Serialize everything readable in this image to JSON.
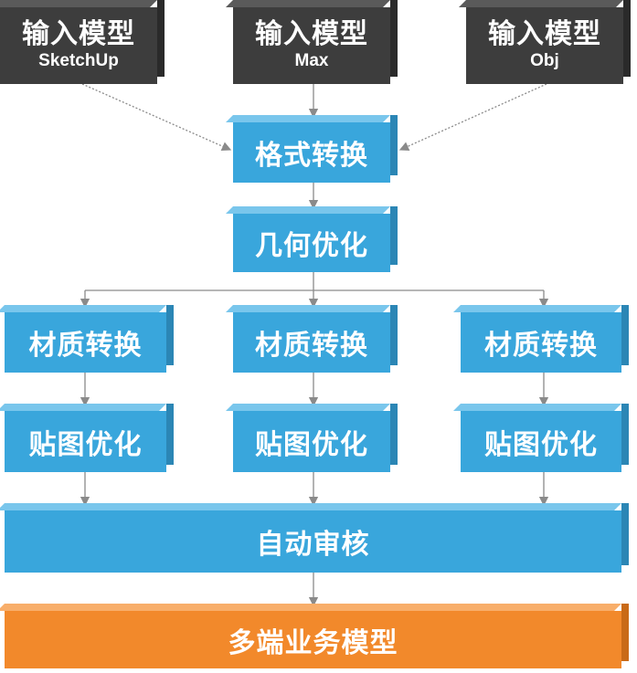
{
  "inputs": [
    {
      "title": "输入模型",
      "format": "SketchUp"
    },
    {
      "title": "输入模型",
      "format": "Max"
    },
    {
      "title": "输入模型",
      "format": "Obj"
    }
  ],
  "steps": {
    "format_convert": "格式转换",
    "geometry_optimize": "几何优化",
    "material_convert": [
      "材质转换",
      "材质转换",
      "材质转换"
    ],
    "texture_optimize": [
      "贴图优化",
      "贴图优化",
      "贴图优化"
    ],
    "auto_review": "自动审核",
    "output": "多端业务模型"
  },
  "colors": {
    "input_box": "#3d3d3d",
    "process_box": "#39a6dc",
    "output_box": "#f2892b",
    "connector": "#8a8a8a"
  }
}
